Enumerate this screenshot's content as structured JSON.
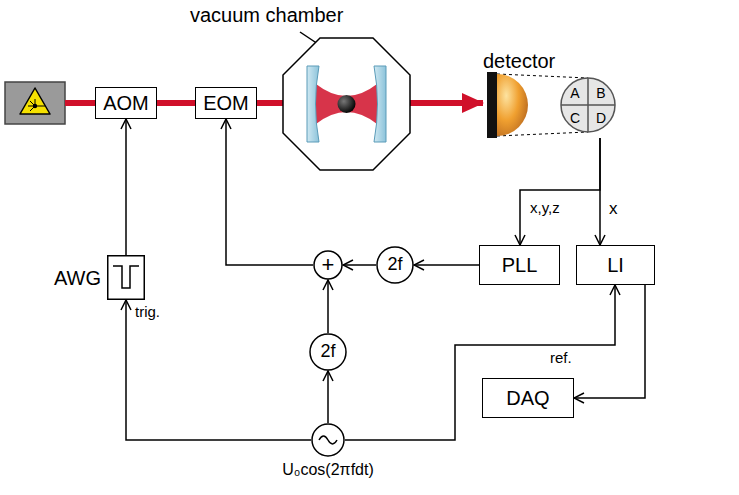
{
  "diagram": {
    "nodes": [
      {
        "text": [
          "vacuum chamber"
        ]
      },
      {
        "text": [
          "AOM"
        ]
      },
      {
        "text": [
          "EOM"
        ]
      },
      {
        "text": [
          "detector"
        ]
      },
      {
        "text": [
          "PLL"
        ]
      },
      {
        "text": [
          "LI"
        ]
      },
      {
        "text": [
          "2f"
        ]
      },
      {
        "text": [
          "+"
        ]
      },
      {
        "text": [
          "AWG"
        ]
      },
      {
        "text": [
          "2f"
        ]
      },
      {
        "text": [
          "DAQ"
        ]
      },
      {
        "text": [
          "U₀cos(2πfdt)"
        ]
      }
    ],
    "edges": [
      {
        "from": 1,
        "to": 2,
        "arrow": "none"
      },
      {
        "from": 2,
        "to": 0,
        "arrow": "none"
      },
      {
        "from": 0,
        "to": 3,
        "arrow": "to"
      },
      {
        "from": 3,
        "to": 4,
        "arrow": "to",
        "label": "x,y,z"
      },
      {
        "from": 3,
        "to": 5,
        "arrow": "to",
        "label": "x"
      },
      {
        "from": 4,
        "to": 6,
        "arrow": "to"
      },
      {
        "from": 6,
        "to": 7,
        "arrow": "to"
      },
      {
        "from": 9,
        "to": 7,
        "arrow": "to"
      },
      {
        "from": 7,
        "to": 2,
        "arrow": "to"
      },
      {
        "from": 11,
        "to": 9,
        "arrow": "to"
      },
      {
        "from": 11,
        "to": 8,
        "arrow": "to",
        "label": "trig."
      },
      {
        "from": 11,
        "to": 5,
        "arrow": "to",
        "label": "ref."
      },
      {
        "from": 5,
        "to": 10,
        "arrow": "to"
      },
      {
        "from": 8,
        "to": 1,
        "arrow": "to"
      }
    ],
    "labels": [
      "A",
      "B",
      "C",
      "D"
    ]
  }
}
